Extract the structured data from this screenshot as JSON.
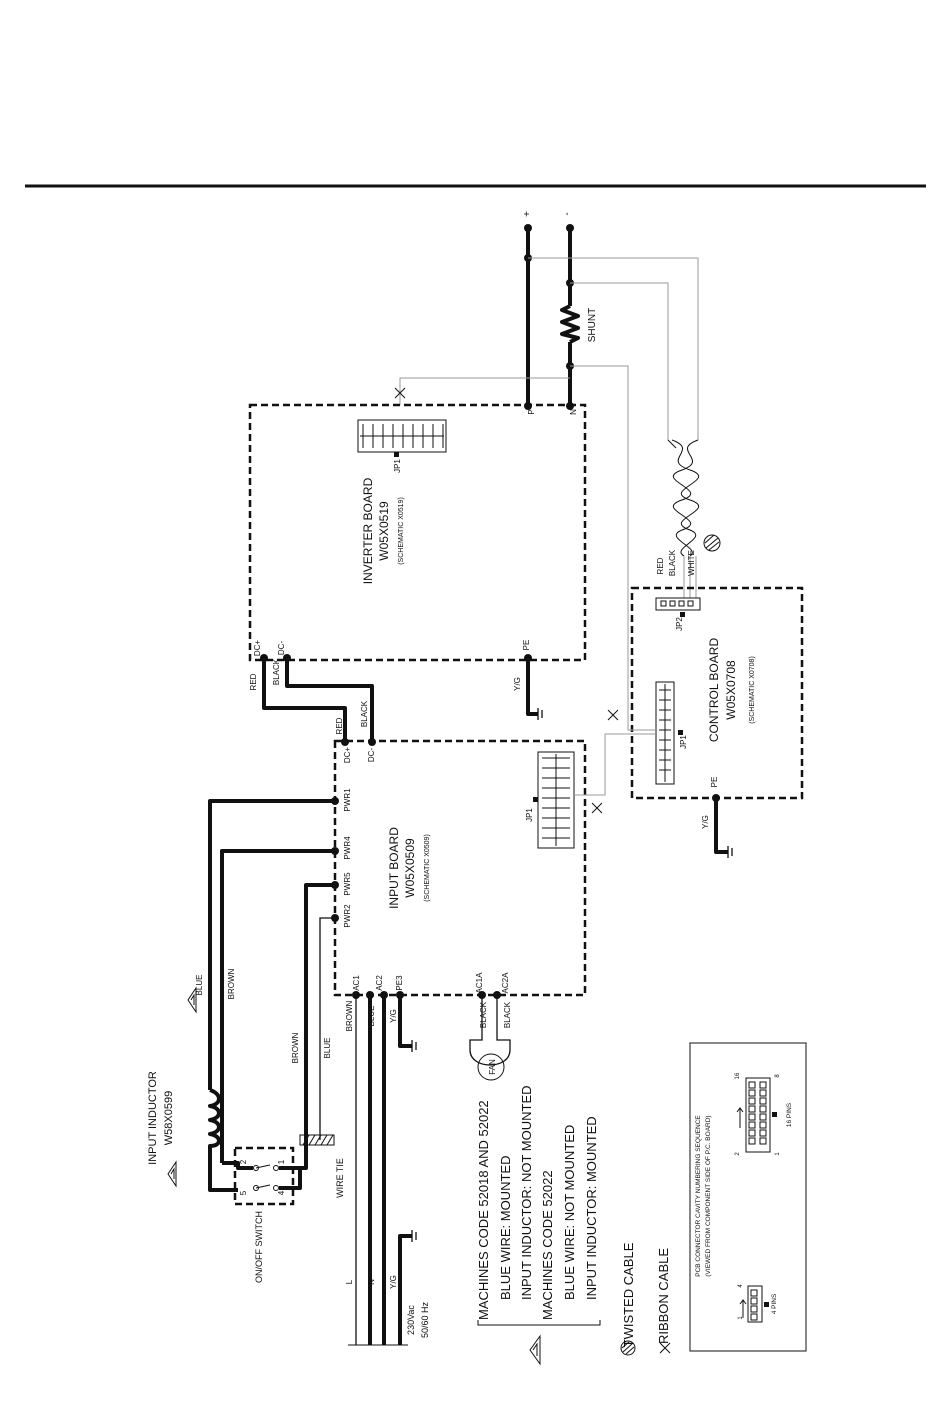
{
  "terminals": {
    "plus": "+",
    "minus": "-"
  },
  "shunt": "SHUNT",
  "inverter_board": {
    "title": "INVERTER BOARD",
    "code": "W05X0519",
    "schematic": "(SCHEMATIC X0519)",
    "jp1": "JP1",
    "pins": {
      "p": "P",
      "n": "N",
      "dc_plus": "DC+",
      "dc_minus": "DC-",
      "pe": "PE"
    }
  },
  "input_board": {
    "title": "INPUT BOARD",
    "code": "W05X0509",
    "schematic": "(SCHEMATIC X0509)",
    "jp1": "JP1",
    "pins": {
      "dc_plus": "DC+",
      "dc_minus": "DC-",
      "pwr1": "PWR1",
      "pwr4": "PWR4",
      "pwr5": "PWR5",
      "pwr2": "PWR2",
      "ac1": "AC1",
      "ac2": "AC2",
      "pe3": "PE3",
      "ac1a": "AC1A",
      "ac2a": "AC2A"
    }
  },
  "control_board": {
    "title": "CONTROL BOARD",
    "code": "W05X0708",
    "schematic": "(SCHEMATIC X0708)",
    "jp1": "JP1",
    "jp2": "JP2",
    "pe": "PE"
  },
  "wires": {
    "red": "RED",
    "black": "BLACK",
    "white": "WHITE",
    "yg": "Y/G",
    "blue": "BLUE",
    "brown": "BROWN",
    "l": "L",
    "n": "N"
  },
  "inductor": {
    "title": "INPUT INDUCTOR",
    "code": "W58X0599"
  },
  "switch": {
    "label": "ON/OFF SWITCH",
    "pin1": "1",
    "pin2": "2",
    "pin4": "4",
    "pin5": "5"
  },
  "wire_tie": "WIRE TIE",
  "fan": "FAN",
  "supply": {
    "voltage": "230Vac",
    "frequency": "50/60 Hz"
  },
  "notes": [
    "MACHINES CODE 52018 AND 52022",
    "BLUE WIRE: MOUNTED",
    "INPUT INDUCTOR: NOT MOUNTED",
    "MACHINES CODE 52022",
    "BLUE WIRE: NOT MOUNTED",
    "INPUT INDUCTOR: MOUNTED"
  ],
  "legend": {
    "twisted": "TWISTED CABLE",
    "ribbon": "RIBBON CABLE"
  },
  "pcb_info": {
    "line1": "PCB CONNECTOR CAVITY NUMBERING SEQUENCE",
    "line2": "(VIEWED FROM COMPONENT SIDE OF P.C. BOARD)",
    "four_pins": "4 PINS",
    "sixteen_pins": "16 PINS",
    "n1": "1",
    "n2": "2",
    "n4": "4",
    "n8": "8",
    "n16": "16"
  }
}
